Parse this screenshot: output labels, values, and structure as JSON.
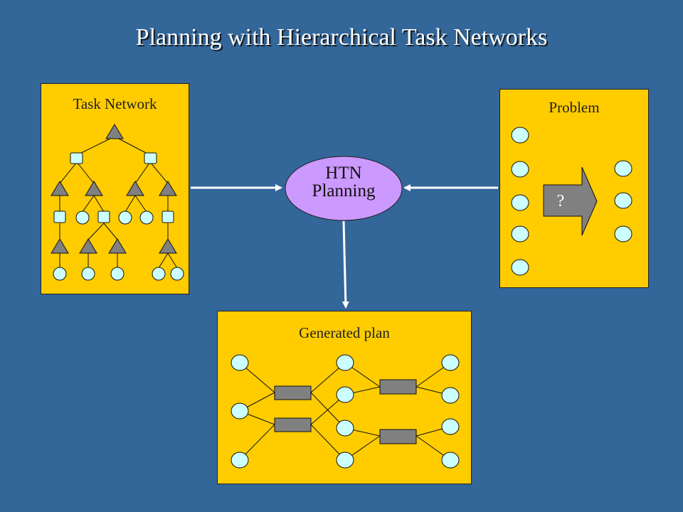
{
  "title": "Planning with Hierarchical Task Networks",
  "task_network": {
    "label": "Task Network"
  },
  "problem": {
    "label": "Problem",
    "arrow_label": "?"
  },
  "htn": {
    "line1": "HTN",
    "line2": "Planning"
  },
  "plan": {
    "label": "Generated plan"
  },
  "colors": {
    "background": "#336699",
    "panel": "#ffcc00",
    "node": "#ccffff",
    "method": "#808080",
    "htn_ellipse": "#cc99ff",
    "arrow": "#ffffff"
  }
}
